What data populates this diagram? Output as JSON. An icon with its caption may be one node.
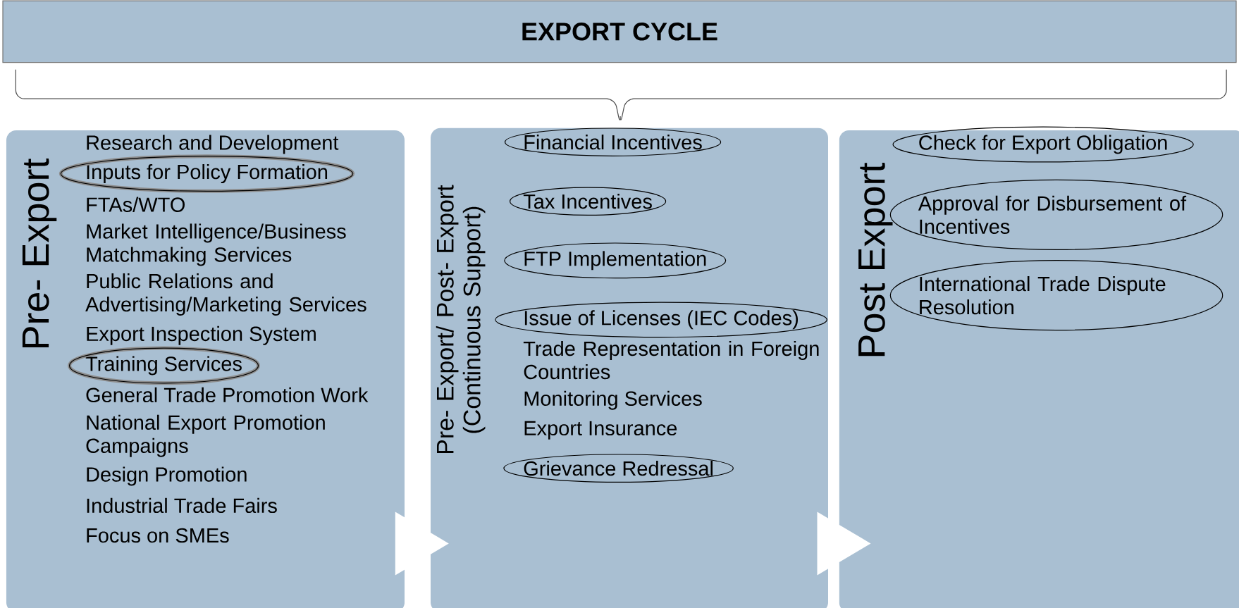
{
  "diagram": {
    "nodes": [
      {
        "text": [
          "EXPORT CYCLE"
        ]
      },
      {
        "text": [
          "Pre- Export"
        ]
      },
      {
        "text": [
          "Research and Development"
        ],
        "in": 1
      },
      {
        "text": [
          "Inputs for Policy Formation"
        ],
        "in": 1
      },
      {
        "text": [
          "FTAs/WTO"
        ],
        "in": 1
      },
      {
        "text": [
          "Market Intelligence/Business Matchmaking Services"
        ],
        "in": 1
      },
      {
        "text": [
          "Public Relations and Advertising/Marketing Services"
        ],
        "in": 1
      },
      {
        "text": [
          "Export Inspection System"
        ],
        "in": 1
      },
      {
        "text": [
          "Training Services"
        ],
        "in": 1
      },
      {
        "text": [
          "General Trade Promotion Work"
        ],
        "in": 1
      },
      {
        "text": [
          "National Export Promotion Campaigns"
        ],
        "in": 1
      },
      {
        "text": [
          "Design Promotion"
        ],
        "in": 1
      },
      {
        "text": [
          "Industrial Trade Fairs"
        ],
        "in": 1
      },
      {
        "text": [
          "Focus on SMEs"
        ],
        "in": 1
      },
      {
        "text": [
          "Pre- Export/ Post- Export (Continuous Support)"
        ]
      },
      {
        "text": [
          "Financial Incentives"
        ],
        "in": 14
      },
      {
        "text": [
          "Tax Incentives"
        ],
        "in": 14
      },
      {
        "text": [
          "FTP Implementation"
        ],
        "in": 14
      },
      {
        "text": [
          "Issue of Licenses (IEC Codes)"
        ],
        "in": 14
      },
      {
        "text": [
          "Trade Representation in Foreign Countries"
        ],
        "in": 14
      },
      {
        "text": [
          "Monitoring Services"
        ],
        "in": 14
      },
      {
        "text": [
          "Export Insurance"
        ],
        "in": 14
      },
      {
        "text": [
          "Grievance Redressal"
        ],
        "in": 14
      },
      {
        "text": [
          "Post Export"
        ]
      },
      {
        "text": [
          "Check for Export Obligation"
        ],
        "in": 23
      },
      {
        "text": [
          "Approval for Disbursement of Incentives"
        ],
        "in": 23
      },
      {
        "text": [
          "International Trade Dispute Resolution"
        ],
        "in": 23
      }
    ],
    "edges": [
      {
        "from": 1,
        "to": 14,
        "arrow": "to"
      },
      {
        "from": 14,
        "to": 23,
        "arrow": "to"
      }
    ]
  }
}
